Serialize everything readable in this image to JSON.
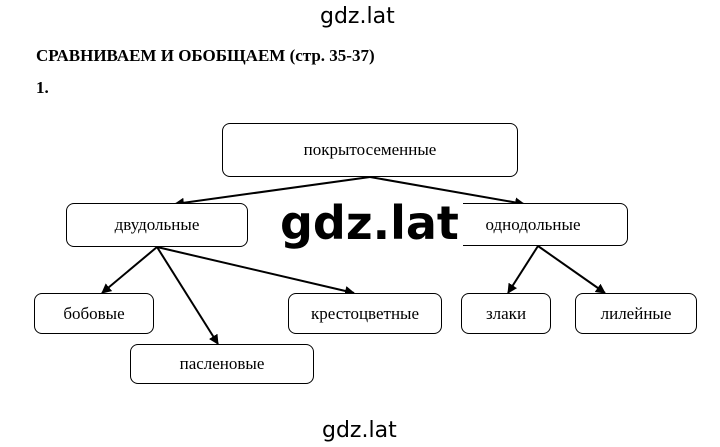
{
  "watermarks": {
    "top": "gdz.lat",
    "center": "gdz.lat",
    "bottom": "gdz.lat"
  },
  "title": "СРАВНИВАЕМ И ОБОБЩАЕМ (стр. 35-37)",
  "task_number": "1.",
  "diagram": {
    "root": "покрытосеменные",
    "dicots": "двудольные",
    "monocots": "однодольные",
    "legumes": "бобовые",
    "nightshades": "пасленовые",
    "crucifers": "крестоцветные",
    "grasses": "злаки",
    "lilies": "лилейные"
  }
}
